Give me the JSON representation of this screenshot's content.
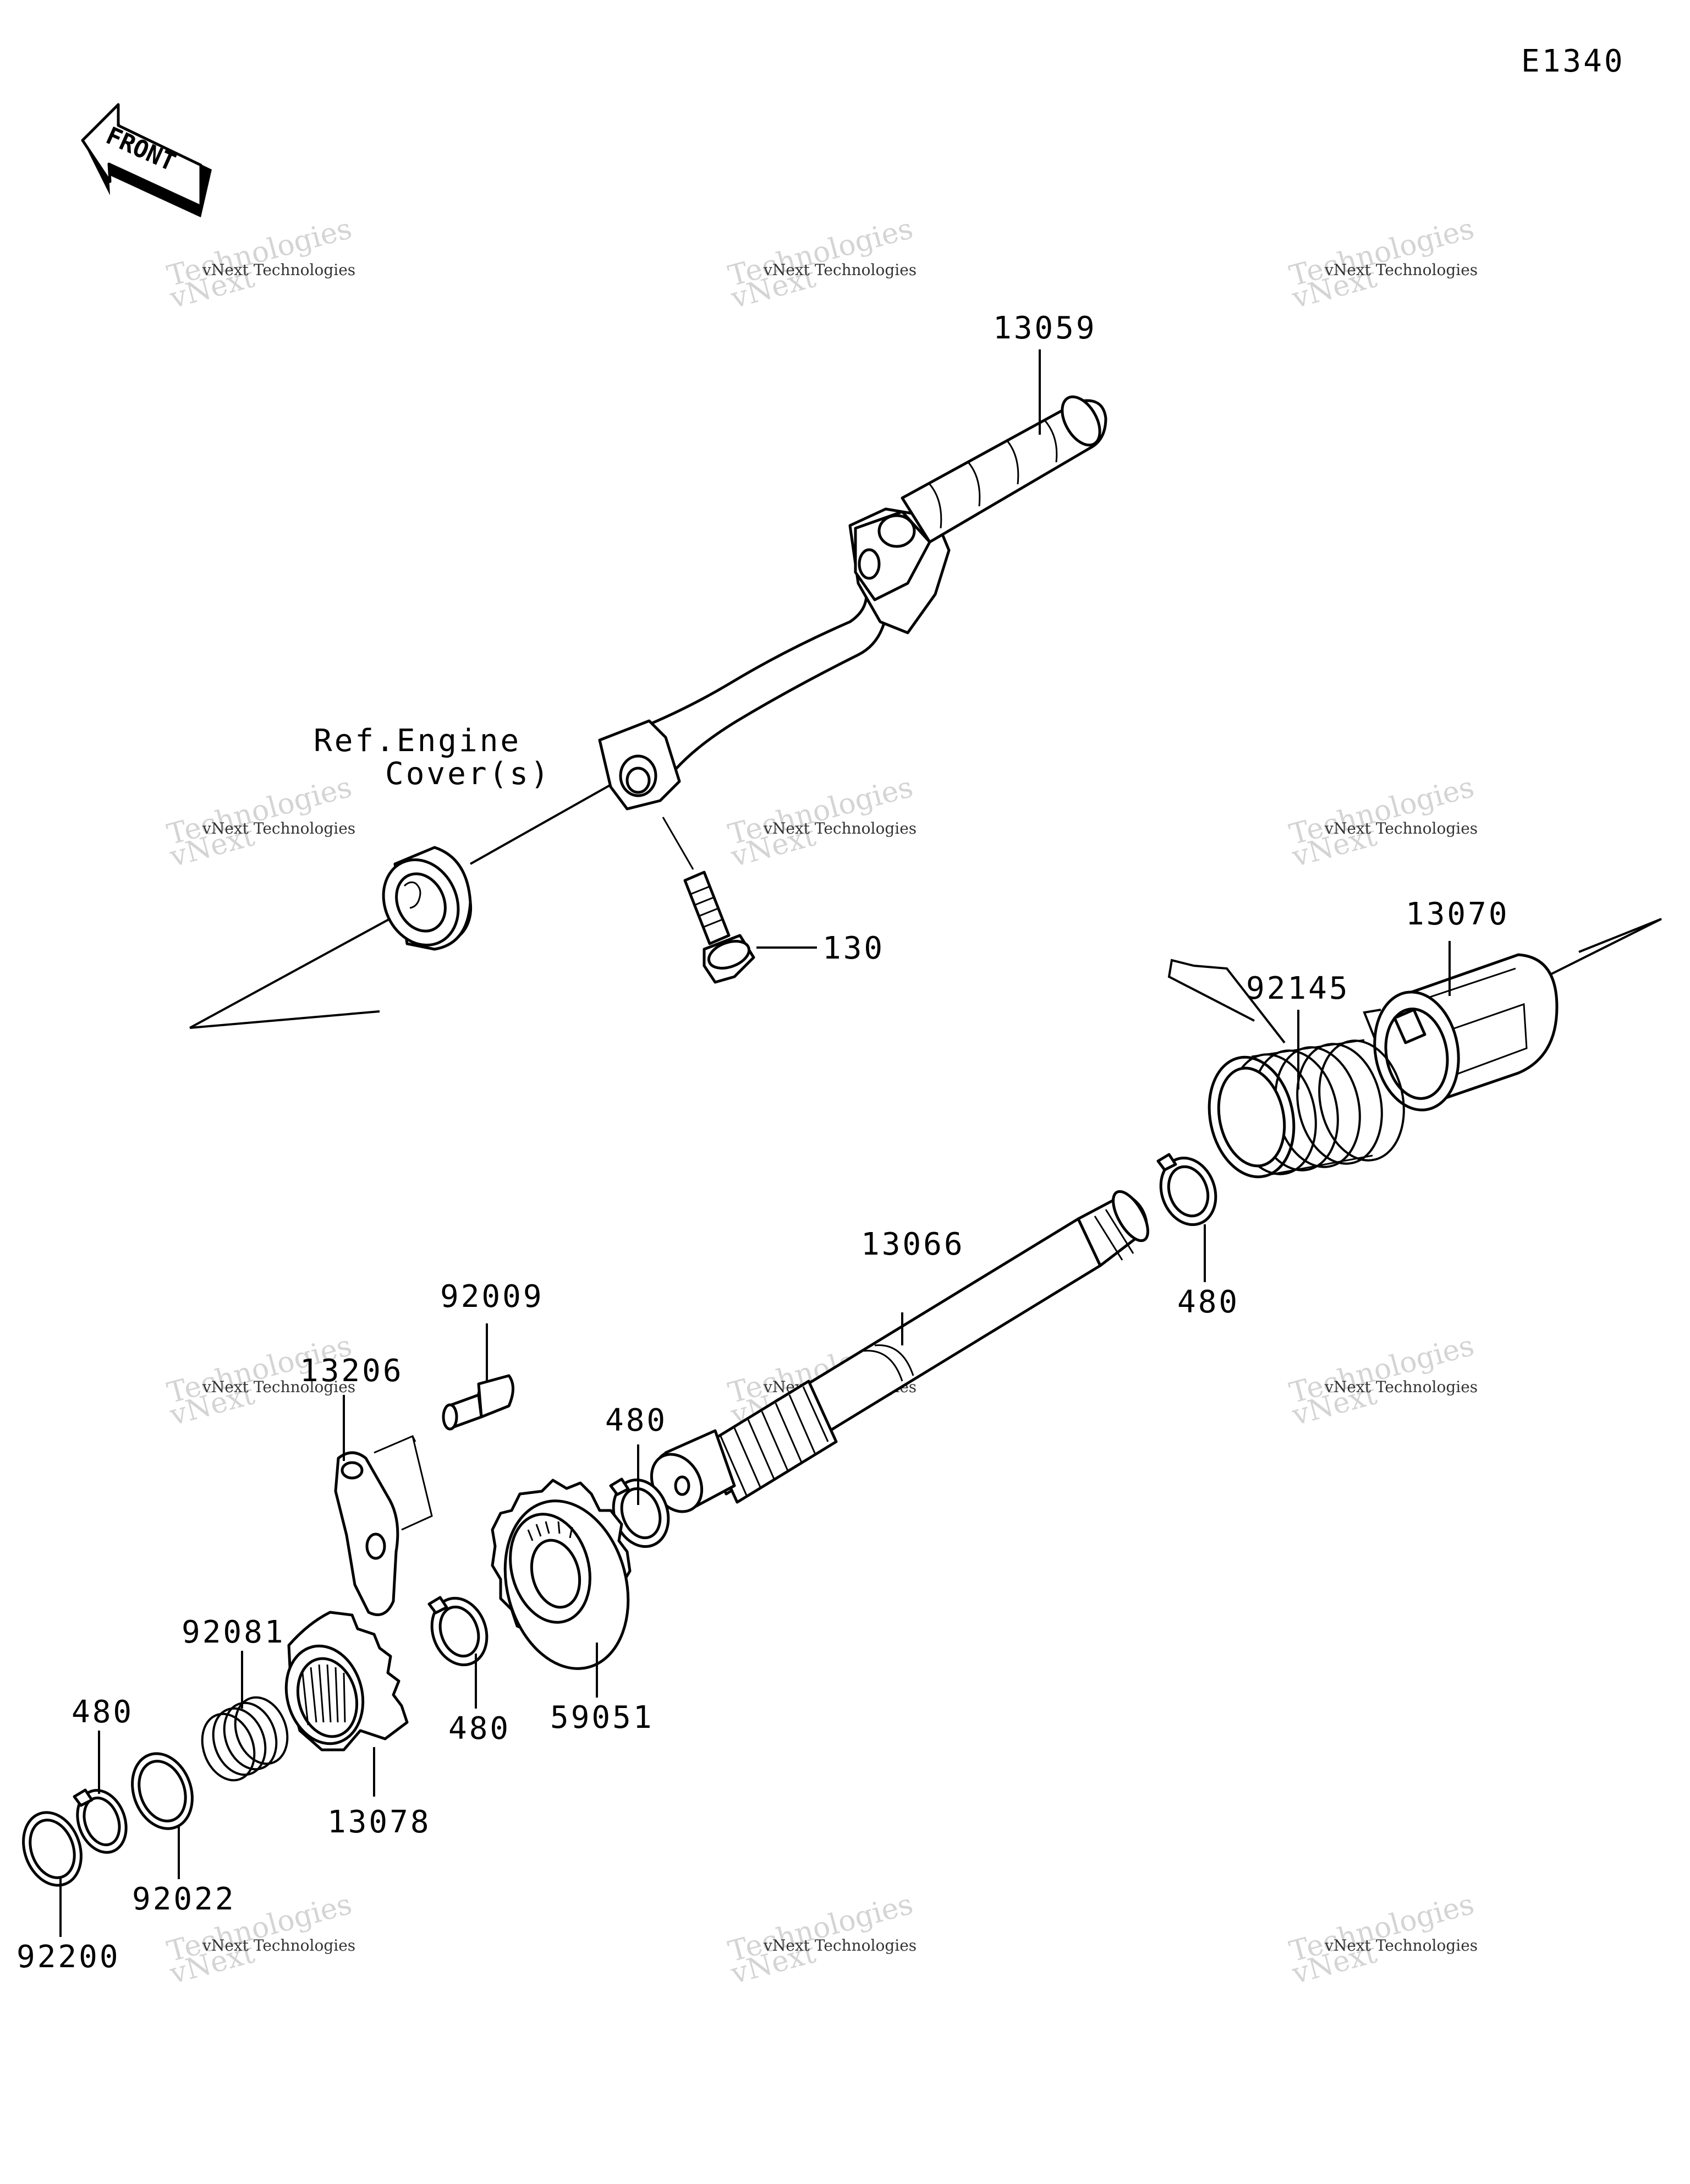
{
  "diagram_code": "E1340",
  "front_arrow_label": "FRONT",
  "reference_note": {
    "line1": "Ref.Engine",
    "line2": "Cover(s)"
  },
  "watermark": {
    "brand": "vNext Technologies"
  },
  "callouts": [
    {
      "id": "13059",
      "part": "kick-pedal"
    },
    {
      "id": "130",
      "part": "bolt"
    },
    {
      "id": "13070",
      "part": "spring-guide"
    },
    {
      "id": "92145",
      "part": "kick-spring"
    },
    {
      "id": "480",
      "part": "circlip-upper"
    },
    {
      "id": "13066",
      "part": "kick-shaft"
    },
    {
      "id": "92009",
      "part": "screw"
    },
    {
      "id": "13206",
      "part": "stopper-plate"
    },
    {
      "id": "480",
      "part": "circlip-shaft"
    },
    {
      "id": "59051",
      "part": "kick-gear"
    },
    {
      "id": "480",
      "part": "circlip-gear"
    },
    {
      "id": "92081",
      "part": "ratchet-spring"
    },
    {
      "id": "13078",
      "part": "ratchet"
    },
    {
      "id": "480",
      "part": "circlip-end"
    },
    {
      "id": "92022",
      "part": "washer"
    },
    {
      "id": "92200",
      "part": "washer-end"
    }
  ]
}
